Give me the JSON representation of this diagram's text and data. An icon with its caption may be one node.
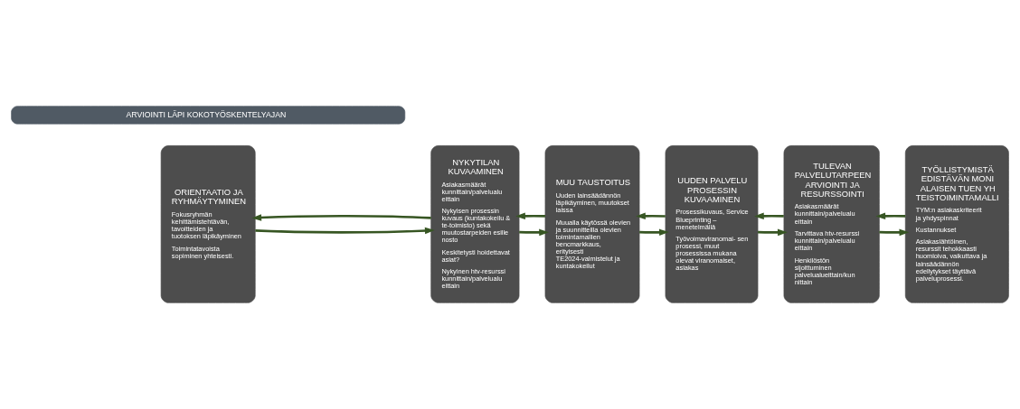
{
  "diagram": {
    "nodes": [
      {
        "text": [
          "ORIENTAATIO JA RYHMÄYTYMINEN",
          "Fokusryhmän kehittämistehtävän, tavoitteiden ja tuotoksen läpikäyminen",
          "Toimintatavoista sopiminen yhteisesti."
        ]
      },
      {
        "text": [
          "NYKYTILAN KUVAAMINEN",
          "Asiakasmäärät kunnittain/palvelualu eittain",
          "Nykyisen prosessin kuvaus (kuntakokeilu & te-toimisto) sekä muutostarpeiden esille nosto",
          "Keskitetysti hoidettavat asiat?",
          "Nykyinen htv-resurssi kunnittain/palvelualu eittain"
        ]
      },
      {
        "text": [
          "MUU TAUSTOITUS",
          "Uuden lainsäädännön läpikäyminen, muutokset laissa",
          "Muualla käytössä olevien ja suunnitteilla olevien toimintamallien bencmarkkaus, erityisesti TE2024-valmistelut ja kuntakokeilut"
        ]
      },
      {
        "text": [
          "UUDEN PALVELU PROSESSIN KUVAAMINEN",
          "Prosessikuvaus, Service Blueprinting – menetelmällä",
          "Työvoimaviranomai- sen prosessi, muut prosessissa mukana olevat viranomaiset, asiakas"
        ]
      },
      {
        "text": [
          "TULEVAN PALVELUTARPEEN ARVIOINTI JA RESURSSOINTI",
          "Asiakasmäärät kunnittain/palvelualu eittain",
          "Tarvittava htv-resurssi kunnittain/palvelualu eittain",
          "Henkilöstön sijoittuminen palvelualueittain/kun nittain"
        ]
      },
      {
        "text": [
          "TYÖLLISTYMISTÄ EDISTÄVÄN MONI ALAISEN TUEN YH TEISTOIMINTAMALLI",
          "TYM:n asiakaskriteerit ja yhdyspinnat",
          "Kustannukset",
          "Asiakaslähtöinen, resurssit tehokkaasti huomioiva, vaikuttava ja lainsäädännön edellytykset täyttävä palveluprosessi."
        ]
      },
      {
        "text": [
          "ARVIOINTI LÄPI KOKOTYÖSKENTELYAJAN"
        ]
      }
    ],
    "edges": [
      {
        "from": 0,
        "to": 1,
        "arrow": "to"
      },
      {
        "from": 1,
        "to": 2,
        "arrow": "to"
      },
      {
        "from": 2,
        "to": 3,
        "arrow": "to"
      },
      {
        "from": 3,
        "to": 4,
        "arrow": "to"
      },
      {
        "from": 4,
        "to": 5,
        "arrow": "to"
      },
      {
        "from": 1,
        "to": 0,
        "arrow": "to"
      },
      {
        "from": 2,
        "to": 1,
        "arrow": "to"
      },
      {
        "from": 3,
        "to": 2,
        "arrow": "to"
      },
      {
        "from": 4,
        "to": 3,
        "arrow": "to"
      },
      {
        "from": 5,
        "to": 4,
        "arrow": "to"
      }
    ]
  }
}
